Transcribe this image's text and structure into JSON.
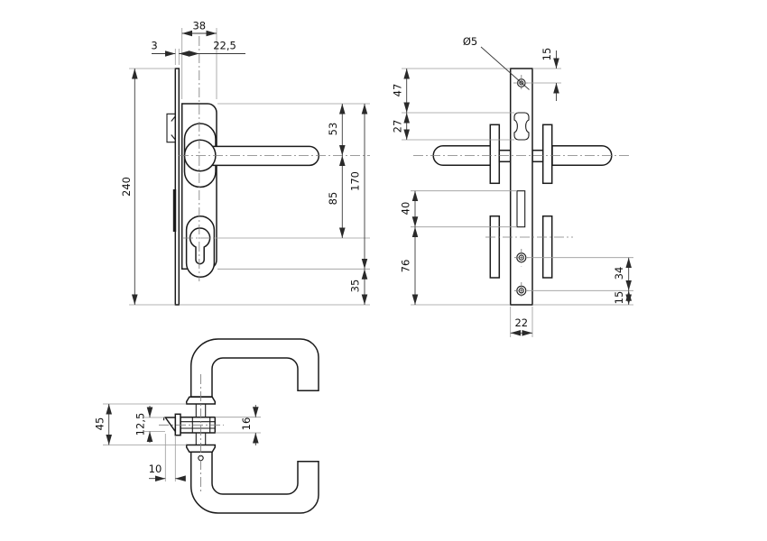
{
  "drawing": {
    "type": "technical-drawing",
    "subject": "Door lever handle set with backplate, euro cylinder and tubular latch — three orthographic views",
    "colors": {
      "outline": "#1b1b1b",
      "dimension": "#3a3a3a",
      "extension": "#9a9a9a",
      "centerline": "#7d7d7d",
      "background": "#ffffff"
    },
    "views": {
      "front": {
        "label": "front view",
        "dims": {
          "forend_height": "240",
          "plate_width": "38",
          "forend_thickness": "3",
          "backset": "22,5",
          "top_to_handle": "53",
          "plate_height": "170",
          "handle_to_cylinder": "85",
          "plate_bottom_to_forend_end": "35"
        }
      },
      "side": {
        "label": "side view",
        "dims": {
          "hole_diameter": "Ø5",
          "top_to_hole": "15",
          "top_to_follower_slot": "47",
          "follower_slot_height": "27",
          "cylinder_slot_height": "40",
          "lower_section_height": "76",
          "screw_spacing": "34",
          "screw_to_bottom": "15",
          "plate_depth": "22"
        }
      },
      "plan": {
        "label": "plan view of handle pair",
        "dims": {
          "rose_face_gap": "45",
          "latch_bolt_width": "12,5",
          "latch_case_width": "16",
          "latch_projection": "10"
        }
      }
    }
  }
}
